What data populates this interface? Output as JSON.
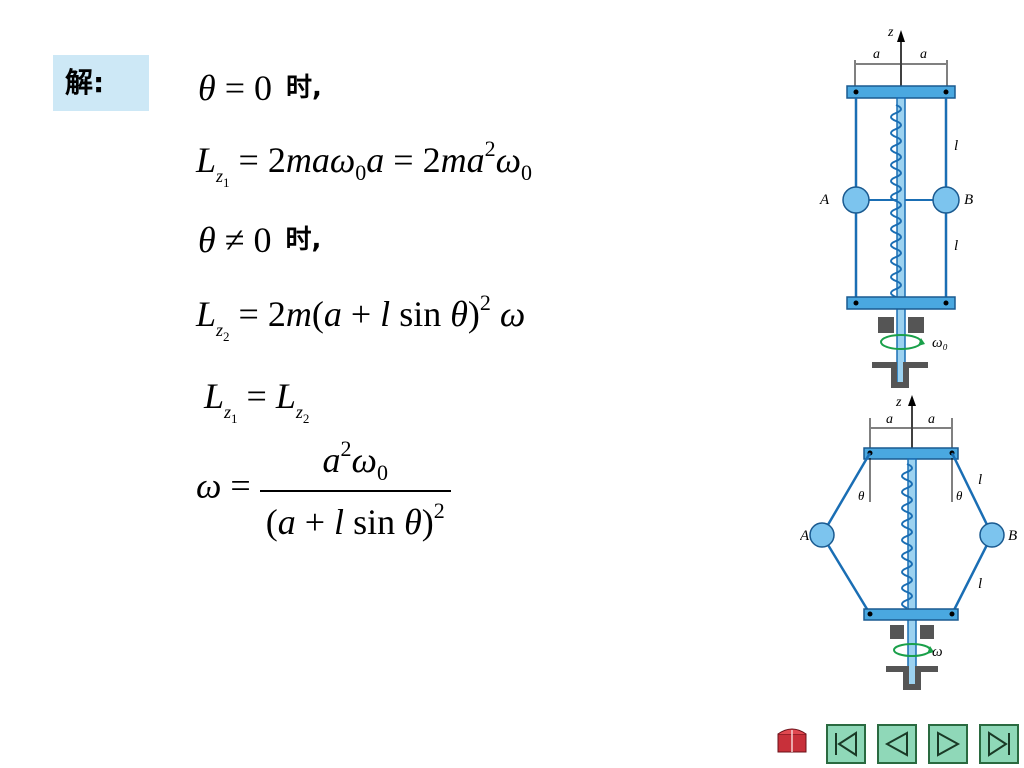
{
  "solution": {
    "label": "解:"
  },
  "text": {
    "when_suffix": "时,"
  },
  "diagram1": {
    "labels": {
      "z": "z",
      "a_left": "a",
      "a_right": "a",
      "l_top": "l",
      "l_bottom": "l",
      "ball_left": "A",
      "ball_right": "B",
      "omega": "ω₀"
    }
  },
  "diagram2": {
    "labels": {
      "z": "z",
      "a_left": "a",
      "a_right": "a",
      "theta_left": "θ",
      "theta_right": "θ",
      "l_top": "l",
      "l_bottom": "l",
      "ball_left": "A",
      "ball_right": "B",
      "omega": "ω"
    }
  },
  "colors": {
    "badge_bg": "#cde8f6",
    "frame": "#1a6eb4",
    "ball": "#4aa8e0",
    "nav_fill": "#8fd8b8"
  },
  "nav": {
    "icons": [
      "book-icon",
      "first-icon",
      "prev-icon",
      "next-icon",
      "last-icon"
    ]
  }
}
